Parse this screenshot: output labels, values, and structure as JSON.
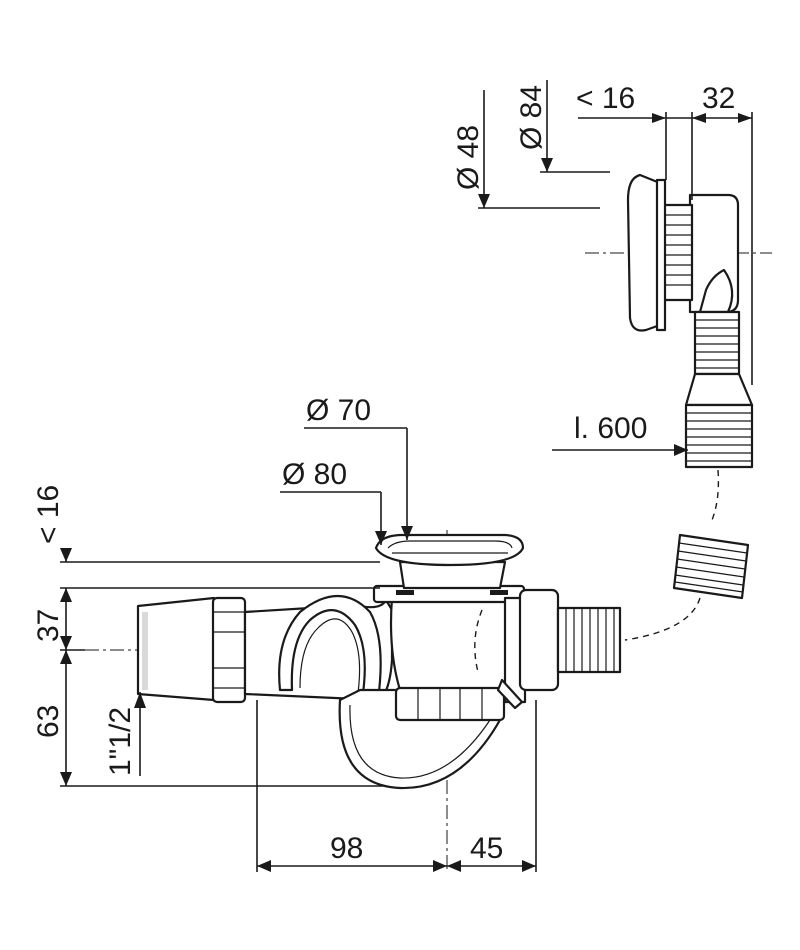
{
  "dimensions": {
    "overflow_head_diameter": "Ø 84",
    "overflow_body_diameter": "Ø 48",
    "overflow_plate_thickness": "< 16",
    "overflow_depth": "32",
    "hose_length": "l. 600",
    "waste_inner_diameter": "Ø 70",
    "waste_outer_diameter": "Ø 80",
    "waste_plate_thickness": "< 16",
    "height_upper": "37",
    "height_lower": "63",
    "outlet_thread": "1\"1/2",
    "horizontal_trap_offset": "98",
    "horizontal_outlet_offset": "45"
  }
}
